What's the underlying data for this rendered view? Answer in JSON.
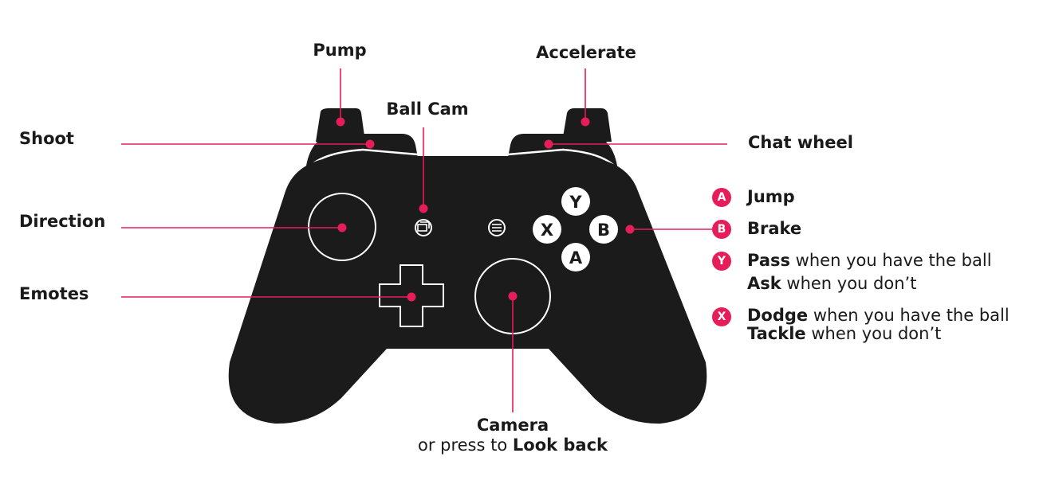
{
  "colors": {
    "accent": "#e51e5a",
    "controller": "#1b1b1b",
    "line_on_dark": "#ffffff",
    "text": "#1a1a1a"
  },
  "labels": {
    "pump": "Pump",
    "accelerate": "Accelerate",
    "ball_cam": "Ball Cam",
    "shoot": "Shoot",
    "chat_wheel": "Chat wheel",
    "direction": "Direction",
    "emotes": "Emotes"
  },
  "camera": {
    "title": "Camera",
    "prefix": "or press to ",
    "action": "Look back"
  },
  "face_buttons": {
    "y": "Y",
    "x": "X",
    "b": "B",
    "a": "A"
  },
  "legend": [
    {
      "badge": "A",
      "action": "Jump",
      "rest": ""
    },
    {
      "badge": "B",
      "action": "Brake",
      "rest": ""
    },
    {
      "badge": "Y",
      "action": "Pass",
      "rest": " when you have the ball",
      "action2": "Ask",
      "rest2": " when you don’t"
    },
    {
      "badge": "X",
      "action": "Dodge",
      "rest": " when you have the ball",
      "action2": "Tackle",
      "rest2": " when you don’t"
    }
  ],
  "icons": {
    "view_button": "view-button-icon",
    "menu_button": "menu-button-icon"
  }
}
